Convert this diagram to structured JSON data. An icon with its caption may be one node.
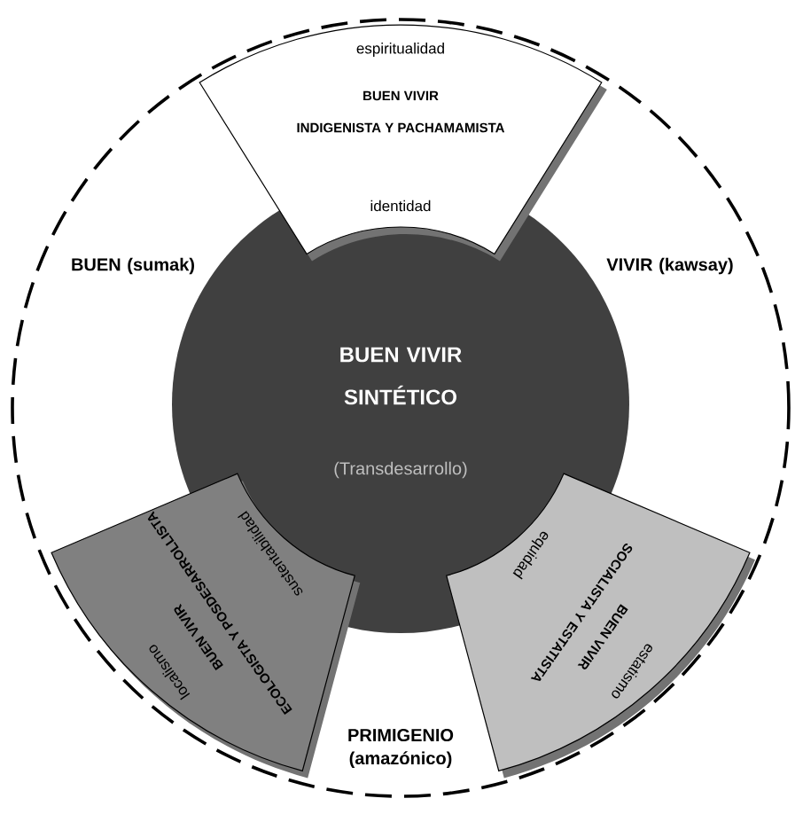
{
  "diagram": {
    "nodes": [
      {
        "text": [
          "BUEN (sumak)",
          "VIVIR (kawsay)",
          "PRIMIGENIO (amazónico)"
        ]
      },
      {
        "text": [
          "BUEN VIVIR SINTÉTICO",
          "(Transdesarrollo)"
        ],
        "in": 0
      },
      {
        "text": [
          "espiritualidad",
          "BUEN VIVIR",
          "INDIGENISTA Y PACHAMAMISTA",
          "identidad"
        ],
        "in": 0
      },
      {
        "text": [
          "localismo",
          "BUEN VIVIR",
          "ECOLOGISTA Y POSDESARROLLISTA",
          "sustentabilidad"
        ],
        "in": 0
      },
      {
        "text": [
          "estatismo",
          "BUEN VIVIR",
          "SOCIALISTA Y ESTATISTA",
          "equidad"
        ],
        "in": 0
      }
    ],
    "edges": []
  }
}
